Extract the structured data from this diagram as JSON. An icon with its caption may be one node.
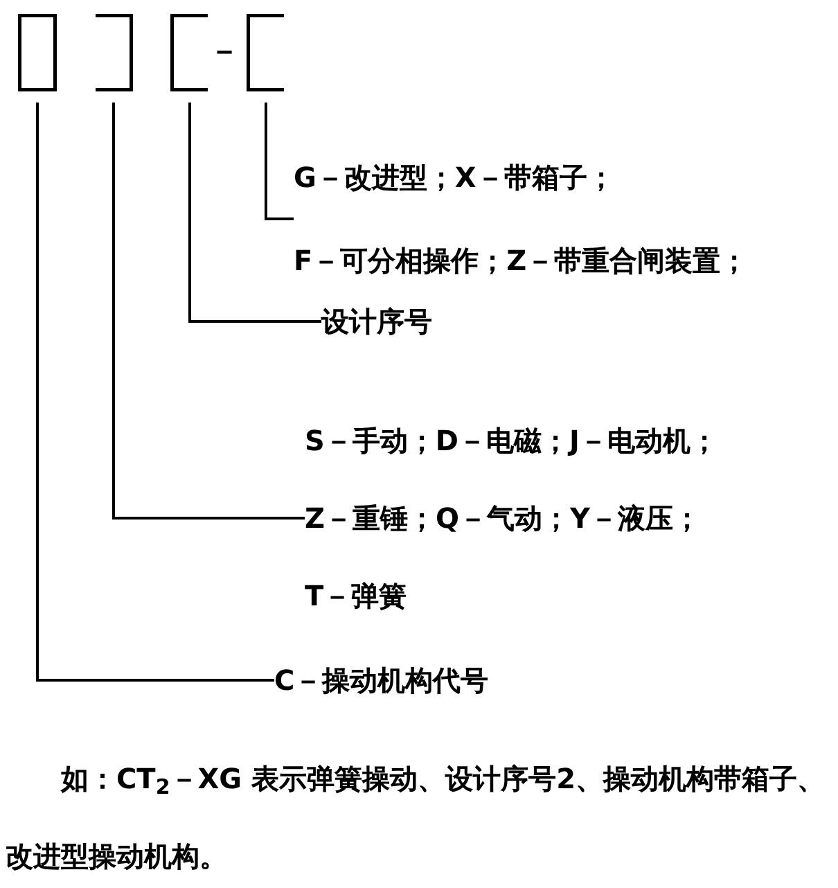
{
  "diagram": {
    "nodes": [
      {
        "text": [],
        "shape": "box"
      },
      {
        "text": [],
        "shape": "box"
      },
      {
        "text": [],
        "shape": "box"
      },
      {
        "text": [],
        "shape": "box"
      },
      {
        "text": [
          "G－改进型；X－带箱子；",
          "F－可分相操作；Z－带重合闸装置；"
        ]
      },
      {
        "text": [
          "设计序号"
        ]
      },
      {
        "text": [
          "S－手动；D－电磁；J－电动机；",
          "Z－重锤；Q－气动；Y－液压；",
          "T－弹簧"
        ]
      },
      {
        "text": [
          "C－操动机构代号"
        ]
      }
    ],
    "edges": [
      {
        "from": 3,
        "to": 4,
        "arrow": "none"
      },
      {
        "from": 2,
        "to": 5,
        "arrow": "none"
      },
      {
        "from": 1,
        "to": 6,
        "arrow": "none"
      },
      {
        "from": 0,
        "to": 7,
        "arrow": "none"
      }
    ],
    "labels": [
      "－"
    ],
    "caption": "如：CT$_{2}$－XG 表示弹簧操动、设计序号2、操动机构带箱子、改进型操动机构。"
  }
}
